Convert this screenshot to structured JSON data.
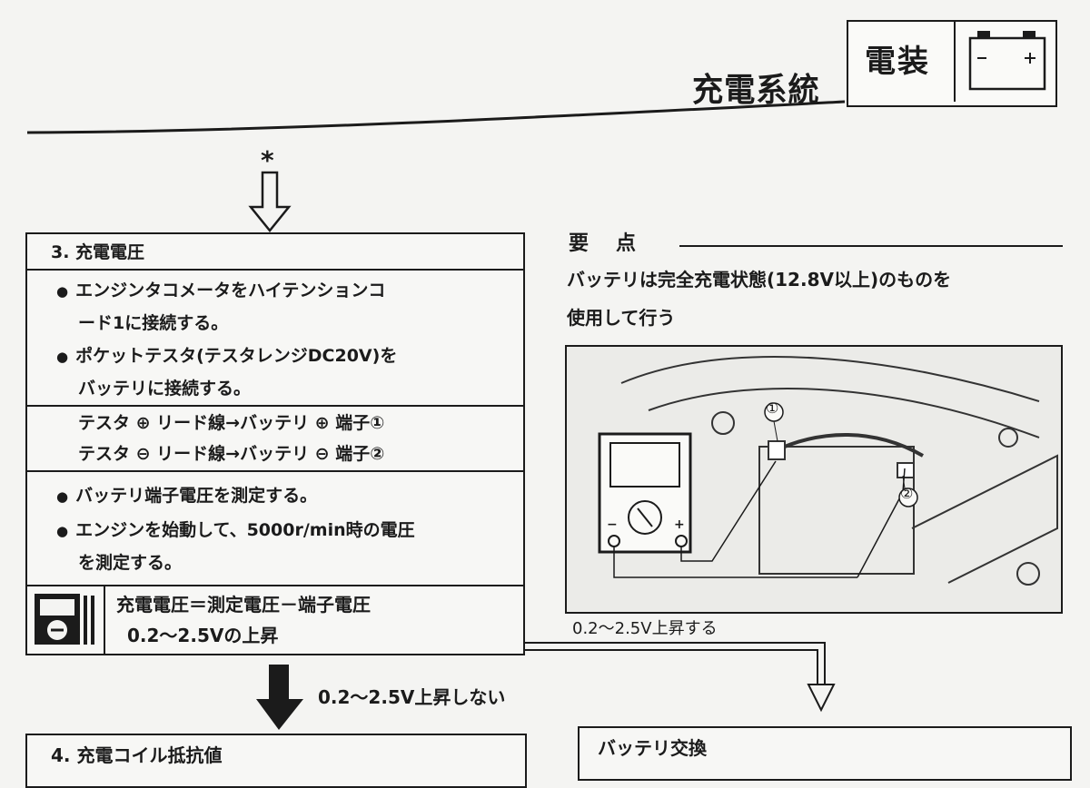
{
  "header": {
    "title": "充電系統",
    "section_label": "電装",
    "battery_icon": "battery-icon"
  },
  "flow": {
    "asterisk": "*"
  },
  "step3": {
    "heading": "3. 充電電圧",
    "bullets_a": [
      "エンジンタコメータをハイテンションコ",
      "ード1に接続する。",
      "ポケットテスタ(テスタレンジDC20V)を",
      "バッテリに接続する。"
    ],
    "leads": [
      "テスタ ⊕ リード線→バッテリ ⊕ 端子①",
      "テスタ ⊖ リード線→バッテリ ⊖ 端子②"
    ],
    "bullets_b": [
      "バッテリ端子電圧を測定する。",
      "エンジンを始動して、5000r/min時の電圧",
      "を測定する。"
    ],
    "formula": "充電電圧＝測定電圧－端子電圧",
    "range": "0.2～2.5Vの上昇"
  },
  "key_points": {
    "heading": "要　点",
    "lines": [
      "バッテリは完全充電状態(12.8V以上)のものを",
      "使用して行う"
    ]
  },
  "diagram": {
    "label1": "①",
    "label2": "②",
    "minus": "−",
    "plus": "+",
    "caption": "0.2～2.5V上昇する"
  },
  "no_rise_label": "0.2～2.5V上昇しない",
  "step4": {
    "heading": "4. 充電コイル抵抗値"
  },
  "battery_replace": {
    "heading": "バッテリ交換"
  }
}
